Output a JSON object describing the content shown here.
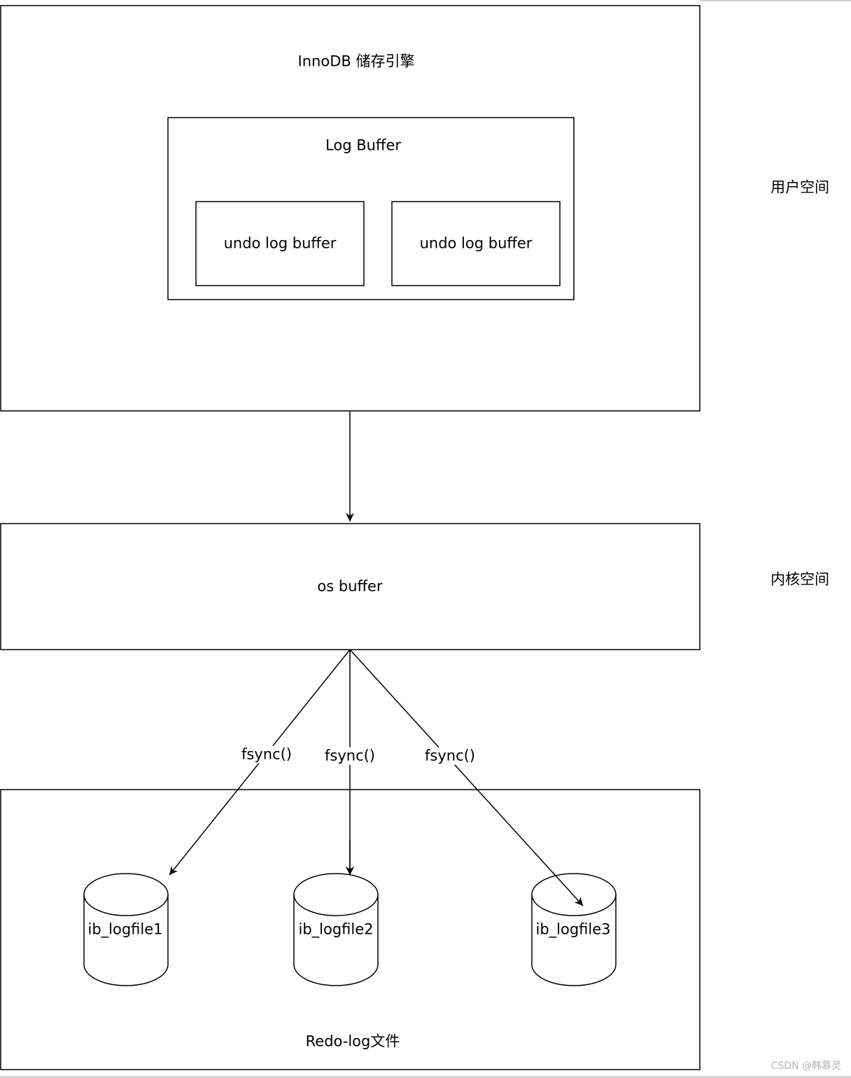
{
  "nodes": {
    "innodb": "InnoDB 储存引擎",
    "log_buffer": "Log Buffer",
    "undo_1": "undo log buffer",
    "undo_2": "undo log buffer",
    "os_buffer": "os buffer",
    "redo_files": "Redo-log文件",
    "logfile_1": "ib_logfile1",
    "logfile_2": "ib_logfile2",
    "logfile_3": "ib_logfile3"
  },
  "regions": {
    "user_space": "用户空间",
    "kernel_space": "内核空间"
  },
  "edges": {
    "fsync_1": "fsync()",
    "fsync_2": "fsync()",
    "fsync_3": "fsync()"
  },
  "watermark": "CSDN @韩慕灵"
}
